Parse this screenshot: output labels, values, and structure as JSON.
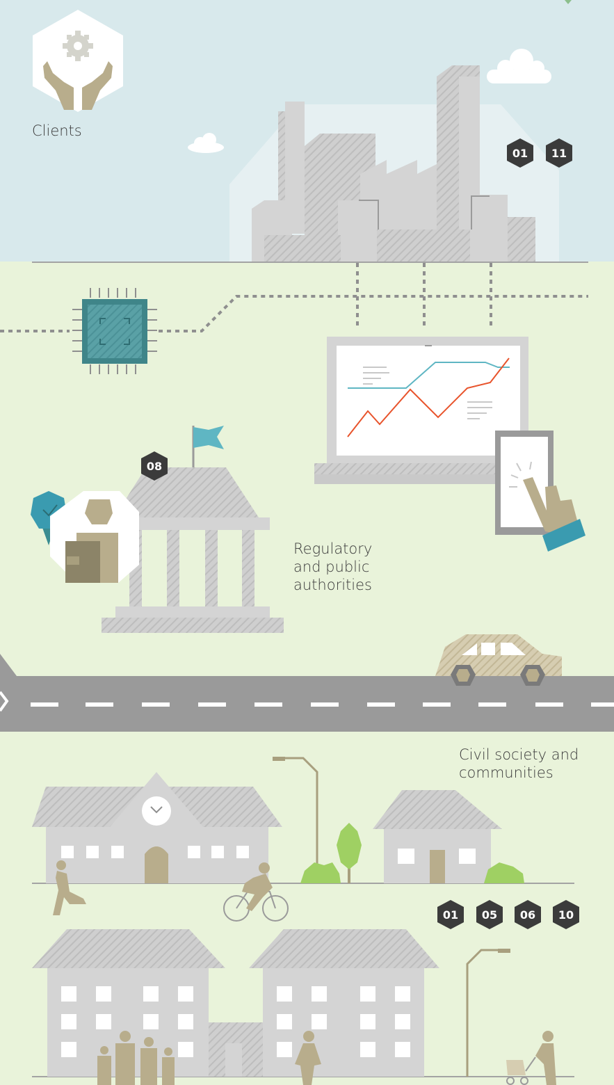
{
  "labels": {
    "clients": "Clients",
    "regulatory": [
      "Regulatory",
      "and public",
      "authorities"
    ],
    "civil": [
      "Civil society and",
      "communities"
    ]
  },
  "badges": {
    "industry": [
      "01",
      "11"
    ],
    "government": [
      "08"
    ],
    "community": [
      "01",
      "05",
      "06",
      "10"
    ]
  },
  "colors": {
    "sky": "#d8e9ec",
    "ground": "#e9f3da",
    "building": "#d4d4d4",
    "road": "#9a9a9a",
    "figure": "#b8ad8c",
    "teal": "#3a8c91",
    "chart_red": "#e8532b",
    "chart_blue": "#5fb6c3",
    "badge": "#3b3b3b",
    "tree": "#9fd063"
  },
  "icons": [
    "gear-hands-icon",
    "cloud-icon",
    "chip-icon",
    "laptop-chart-icon",
    "tablet-hand-icon",
    "flag-icon",
    "certificate-ribbon-icon",
    "person-icon",
    "government-building-icon",
    "car-icon",
    "clock-icon",
    "streetlamp-icon",
    "tree-icon",
    "bush-icon",
    "runner-icon",
    "cyclist-icon",
    "family-icon",
    "walker-icon",
    "stroller-icon"
  ]
}
